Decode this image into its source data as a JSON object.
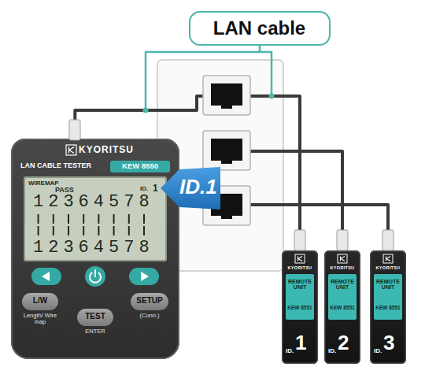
{
  "diagram": {
    "nodes": [
      {
        "text": [
          "LAN cable"
        ]
      },
      {
        "text": [
          "KYORITSU",
          "LAN CABLE TESTER"
        ]
      },
      {
        "text": [
          "KEW 8550"
        ],
        "in": 1
      },
      {
        "text": [
          "WIREMAP",
          "PASS",
          "ID.",
          "1",
          "12364578",
          "12364578"
        ],
        "in": 1
      },
      {
        "text": [
          "ID.1"
        ]
      },
      {
        "text": [
          "L/W",
          "Length/ Wire map"
        ],
        "in": 1
      },
      {
        "text": [
          "TEST",
          "ENTER"
        ],
        "in": 1
      },
      {
        "text": [
          "SETUP",
          "(Conn.)"
        ],
        "in": 1
      },
      {
        "text": [
          "KYORITSU",
          "ID.",
          "1"
        ]
      },
      {
        "text": [
          "REMOTE UNIT",
          "KEW 8551"
        ],
        "in": 8
      },
      {
        "text": [
          "KYORITSU",
          "ID.",
          "2"
        ]
      },
      {
        "text": [
          "REMOTE UNIT",
          "KEW 8551"
        ],
        "in": 10
      },
      {
        "text": [
          "KYORITSU",
          "ID.",
          "3"
        ]
      },
      {
        "text": [
          "REMOTE UNIT",
          "KEW 8551"
        ],
        "in": 12
      }
    ],
    "edges": [
      {
        "from": 1,
        "to": 8,
        "arrow": "none"
      }
    ]
  }
}
